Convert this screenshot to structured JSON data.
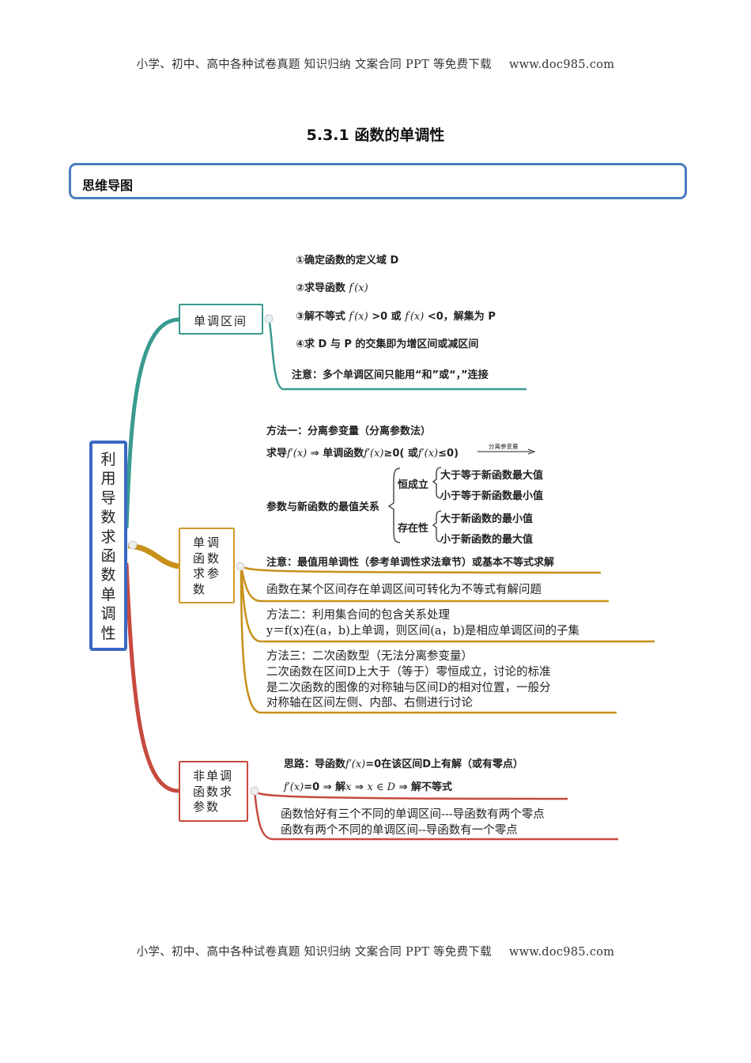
{
  "header": {
    "text": "小学、初中、高中各种试卷真题 知识归纳 文案合同 PPT 等免费下载",
    "url": "www.doc985.com"
  },
  "footer": {
    "text": "小学、初中、高中各种试卷真题 知识归纳 文案合同 PPT 等免费下载",
    "url": "www.doc985.com"
  },
  "title": "5.3.1  函数的单调性",
  "section": "思维导图",
  "mindmap": {
    "root": "利用导数求函数单调性",
    "colors": {
      "root": "#3b68c4",
      "teal": "#3a9a90",
      "gold": "#c7901a",
      "red": "#c64a3e"
    },
    "branch1": {
      "label": "单调区间",
      "step1": "①确定函数的定义域 D",
      "step2_pre": "②求导函数 ",
      "step3_pre": "③解不等式 ",
      "step3_mid1": " >0 或 ",
      "step3_mid2": " <0，解集为 P",
      "step4": "④求 D 与 P 的交集即为增区间或减区间",
      "note": "注意：多个单调区间只能用“和”或“，”连接"
    },
    "branch2": {
      "label": "单调函数求参数",
      "method1_title": "方法一：分离参变量（分离参数法）",
      "method1_line_a": "求导",
      "method1_line_b": " ⇒ 单调函数",
      "method1_line_c": "≥0( 或",
      "method1_line_d": "≤0)",
      "arrow_label": "分离参变量",
      "relation_label": "参数与新函数的最值关系",
      "hengchengli": "恒成立",
      "hc_1": "大于等于新函数最大值",
      "hc_2": "小于等于新函数最小值",
      "cunzaixing": "存在性",
      "cz_1": "大于新函数的最小值",
      "cz_2": "小于新函数的最大值",
      "note": "注意：最值用单调性（参考单调性求法章节）或基本不等式求解",
      "line_a": "函数在某个区间存在单调区间可转化为不等式有解问题",
      "method2_title": "方法二：利用集合间的包含关系处理",
      "method2_body": "y＝f(x)在(a，b)上单调，则区间(a，b)是相应单调区间的子集",
      "method3_title": "方法三：二次函数型（无法分离参变量）",
      "method3_l1": "二次函数在区间D上大于（等于）零恒成立，讨论的标准",
      "method3_l2": "是二次函数的图像的对称轴与区间D的相对位置，一般分",
      "method3_l3": "对称轴在区间左侧、内部、右侧进行讨论"
    },
    "branch3": {
      "label": "非单调函数求参数",
      "idea_a": "思路：导函数",
      "idea_b": "=0在该区间D上有解（或有零点）",
      "solve_a": "=0 ⇒ 解",
      "solve_b": " ⇒ ",
      "solve_c": " ⇒ 解不等式",
      "line1": "函数恰好有三个不同的单调区间---导函数有两个零点",
      "line2": "函数有两个不同的单调区间--导函数有一个零点"
    }
  }
}
